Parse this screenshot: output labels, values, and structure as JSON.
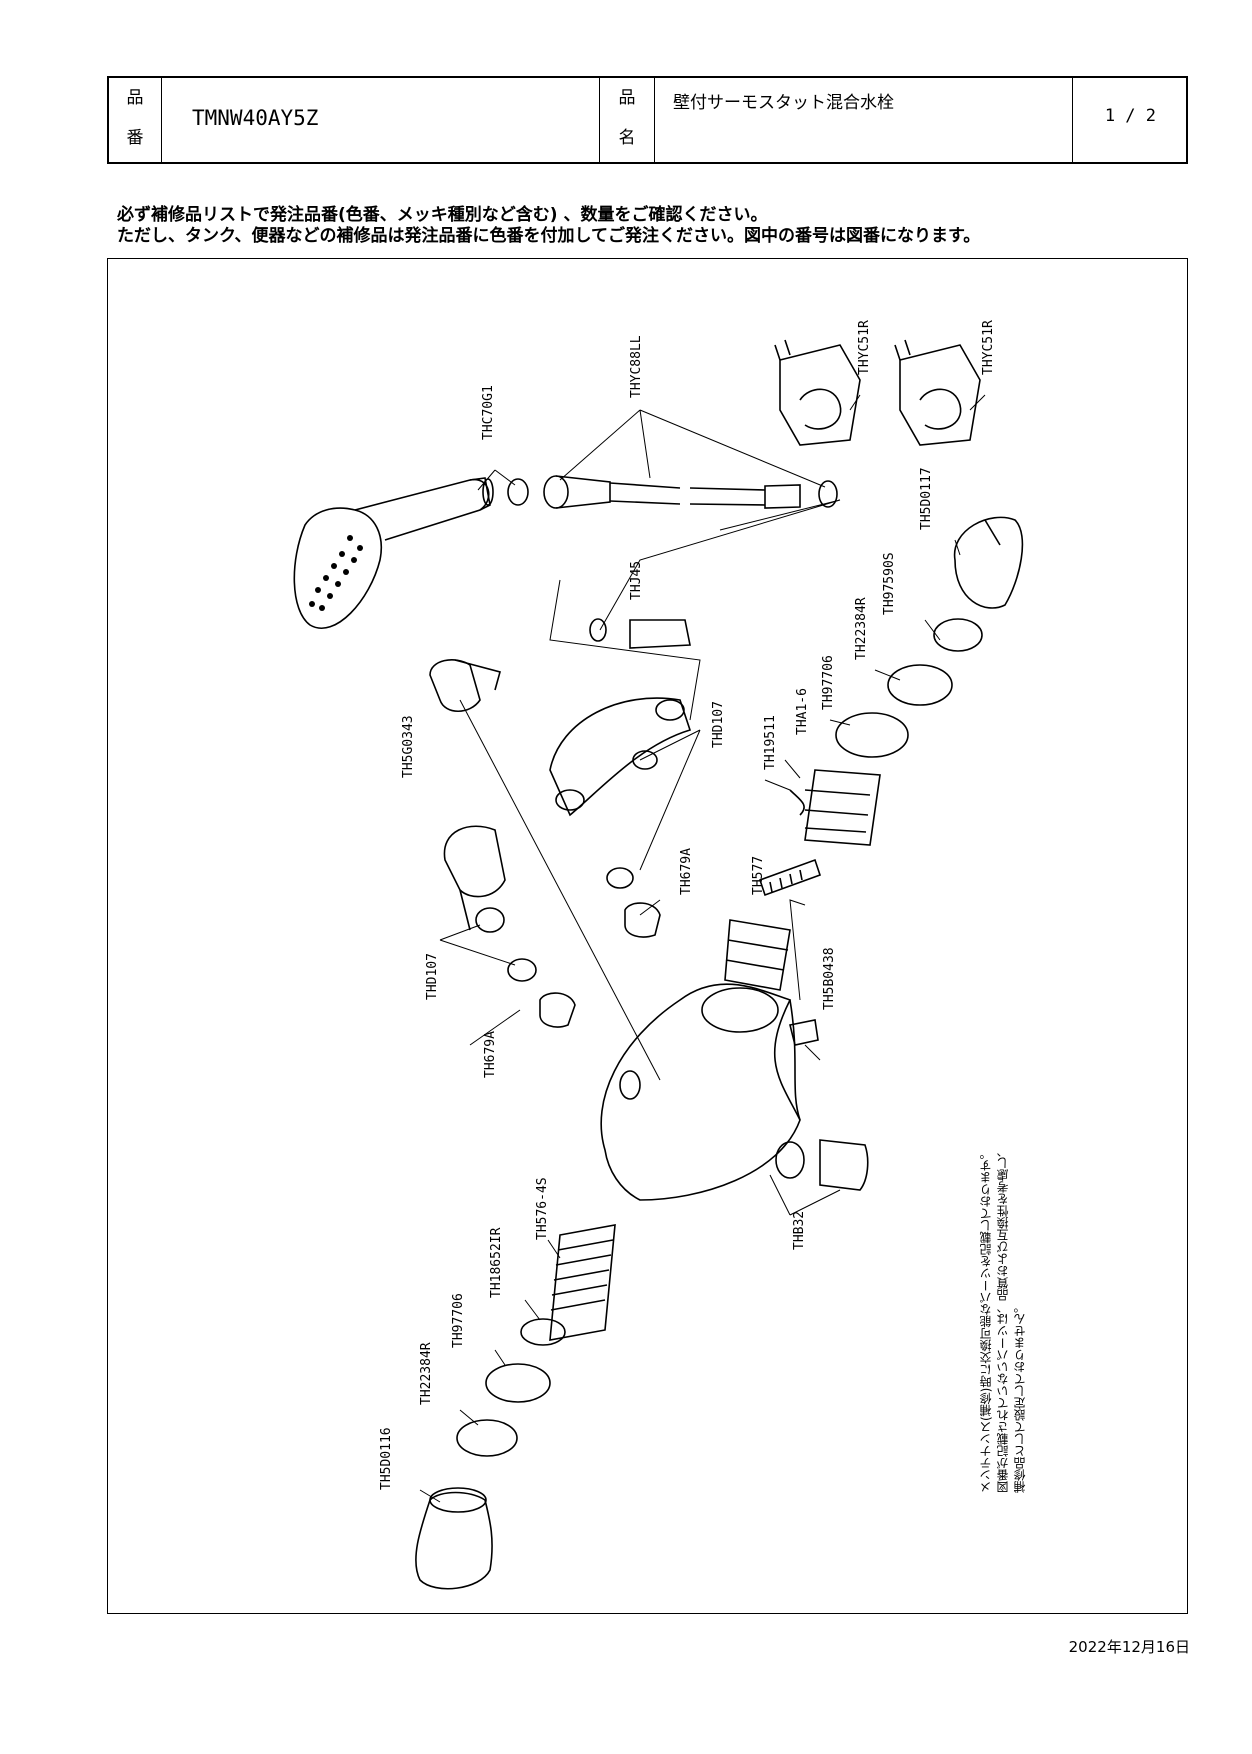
{
  "header": {
    "hinban_label_1": "品",
    "hinban_label_2": "番",
    "model_number": "TMNW40AY5Z",
    "hinmei_label_1": "品",
    "hinmei_label_2": "名",
    "product_name": "壁付サーモスタット混合水栓",
    "page": "1 / 2"
  },
  "notes": {
    "line1": "必ず補修品リストで発注品番(色番、メッキ種別など含む) 、数量をご確認ください。",
    "line2": "ただし、タンク、便器などの補修品は発注品番に色番を付加してご発注ください。図中の番号は図番になります。"
  },
  "parts": [
    "THC70G1",
    "THYC88LL",
    "THYC51R",
    "THYC51R",
    "TH5D0117",
    "TH97590S",
    "TH22384R",
    "TH97706",
    "THJ45",
    "TH5G0343",
    "THD107",
    "THA1-6",
    "TH19511",
    "TH679A",
    "TH577",
    "THD107",
    "TH5B0438",
    "TH679A",
    "THB32",
    "TH576-4S",
    "TH18652IR",
    "TH97706",
    "TH22384R",
    "TH5D0116"
  ],
  "maintenance_note": {
    "line1": "メンテナンス(補修)時に交換可能なパーツを記載しております。",
    "line2": "図番が記載されていないパーツは、品質および互換性を考慮し、",
    "line3": "補修品として設定しておりません。"
  },
  "date": "2022年12月16日"
}
